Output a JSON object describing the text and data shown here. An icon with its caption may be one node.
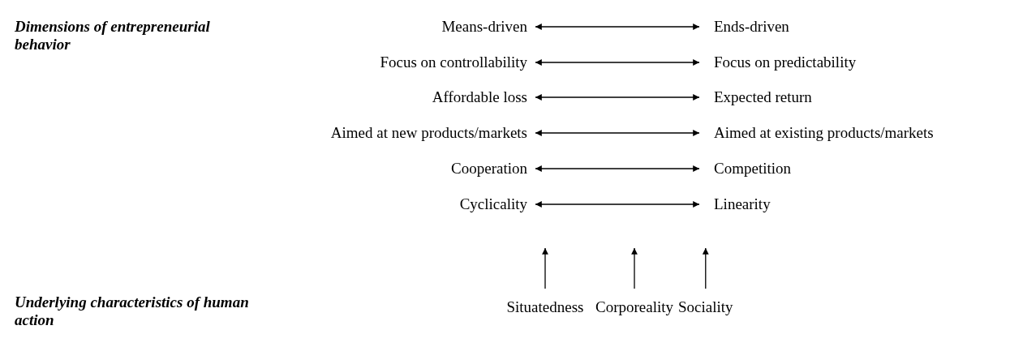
{
  "diagram": {
    "nodes": [
      {
        "text": [
          "Means-driven"
        ]
      },
      {
        "text": [
          "Ends-driven"
        ]
      },
      {
        "text": [
          "Focus on controllability"
        ]
      },
      {
        "text": [
          "Focus on predictability"
        ]
      },
      {
        "text": [
          "Affordable loss"
        ]
      },
      {
        "text": [
          "Expected return"
        ]
      },
      {
        "text": [
          "Aimed at new products/markets"
        ]
      },
      {
        "text": [
          "Aimed at existing products/markets"
        ]
      },
      {
        "text": [
          "Cooperation"
        ]
      },
      {
        "text": [
          "Competition"
        ]
      },
      {
        "text": [
          "Cyclicality"
        ]
      },
      {
        "text": [
          "Linearity"
        ]
      },
      {
        "text": [
          "Situatedness"
        ]
      },
      {
        "text": [
          "Corporeality"
        ]
      },
      {
        "text": [
          "Sociality"
        ]
      }
    ],
    "edges": [
      {
        "from": 0,
        "to": 1,
        "arrow": "both"
      },
      {
        "from": 2,
        "to": 3,
        "arrow": "both"
      },
      {
        "from": 4,
        "to": 5,
        "arrow": "both"
      },
      {
        "from": 6,
        "to": 7,
        "arrow": "both"
      },
      {
        "from": 8,
        "to": 9,
        "arrow": "both"
      },
      {
        "from": 10,
        "to": 11,
        "arrow": "both"
      },
      {
        "from": 12,
        "to": null,
        "arrow": "to"
      },
      {
        "from": 13,
        "to": null,
        "arrow": "to"
      },
      {
        "from": 14,
        "to": null,
        "arrow": "to"
      }
    ],
    "labels": [
      "Dimensions of entrepreneurial behavior",
      "Underlying characteristics of human action"
    ]
  }
}
